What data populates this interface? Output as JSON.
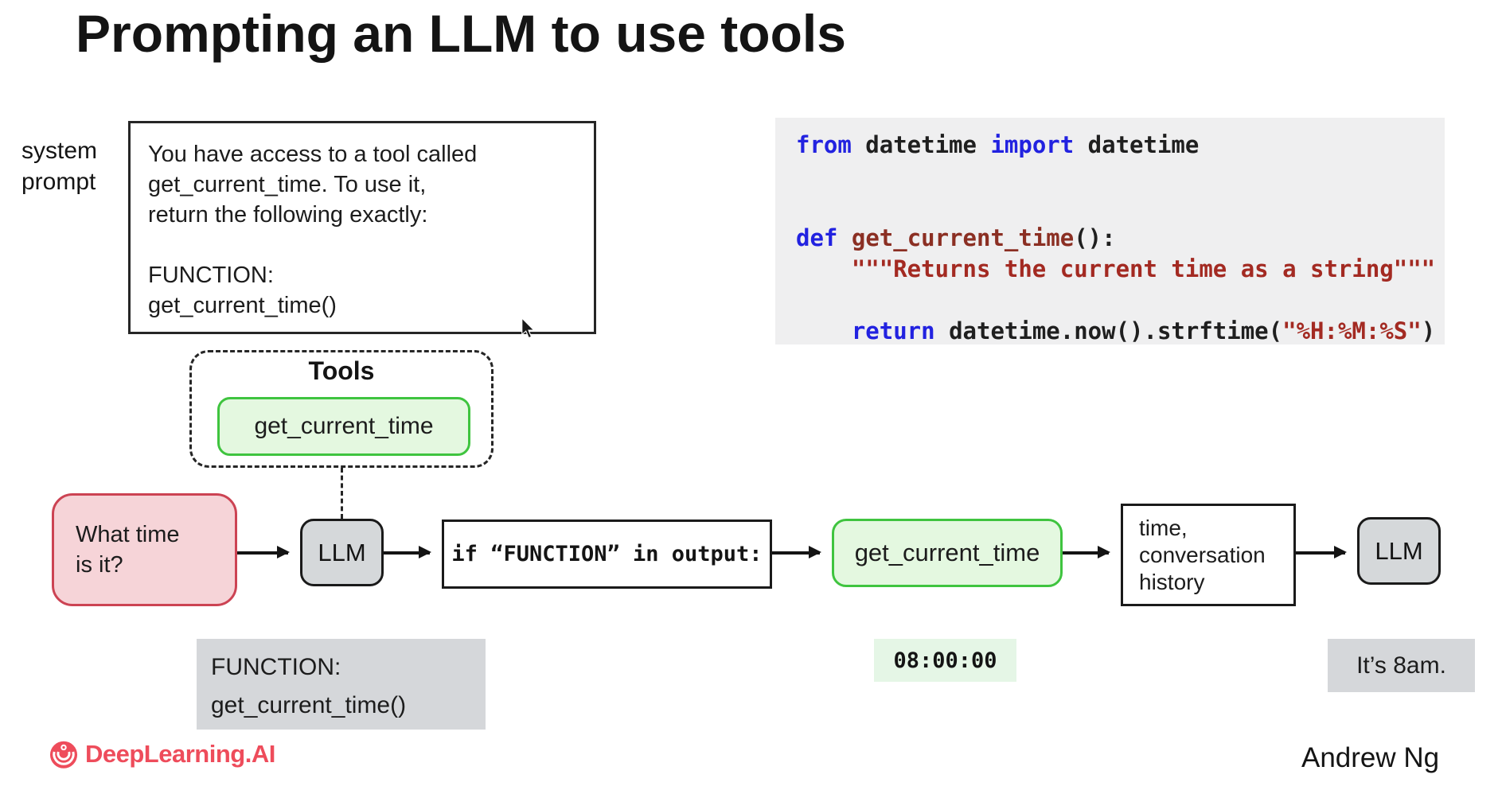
{
  "title": "Prompting an LLM to use tools",
  "system_prompt": {
    "label": "system\nprompt",
    "text": "You have access to a tool called\nget_current_time. To use it,\nreturn the following exactly:\n\nFUNCTION:\nget_current_time()"
  },
  "code_block": {
    "language": "python",
    "lines": [
      [
        [
          "kw",
          "from"
        ],
        [
          "pl",
          " datetime "
        ],
        [
          "kw",
          "import"
        ],
        [
          "pl",
          " datetime"
        ]
      ],
      [],
      [],
      [
        [
          "kw",
          "def"
        ],
        [
          "pl",
          " "
        ],
        [
          "fn",
          "get_current_time"
        ],
        [
          "pl",
          "():"
        ]
      ],
      [
        [
          "st",
          "    \"\"\"Returns the current time as a string\"\"\""
        ]
      ],
      [],
      [
        [
          "pl",
          "    "
        ],
        [
          "kw",
          "return"
        ],
        [
          "pl",
          " datetime.now().strftime("
        ],
        [
          "st",
          "\"%H:%M:%S\""
        ],
        [
          "pl",
          ")"
        ]
      ]
    ]
  },
  "tools_panel": {
    "title": "Tools",
    "tool_name": "get_current_time"
  },
  "flow": {
    "user_query": "What time\nis it?",
    "llm_label": "LLM",
    "condition": "if “FUNCTION” in output:",
    "tool_call": "get_current_time",
    "tool_context": "time,\nconversation\nhistory",
    "llm2_label": "LLM"
  },
  "outputs": {
    "llm_output": "FUNCTION:\nget_current_time()",
    "tool_result": "08:00:00",
    "final_answer": "It’s 8am."
  },
  "footer": {
    "brand": "DeepLearning.AI",
    "author": "Andrew Ng"
  },
  "colors": {
    "accent_green_fill": "#e4f8e0",
    "accent_green_border": "#3fc43f",
    "accent_pink_fill": "#f6d4d8",
    "accent_pink_border": "#cc4353",
    "gray_fill": "#d5d8da",
    "code_background": "#efeff0",
    "code_keyword": "#2222e0",
    "code_function": "#8b2f23",
    "code_string": "#a32a22",
    "brand_red": "#ee4c5b"
  }
}
